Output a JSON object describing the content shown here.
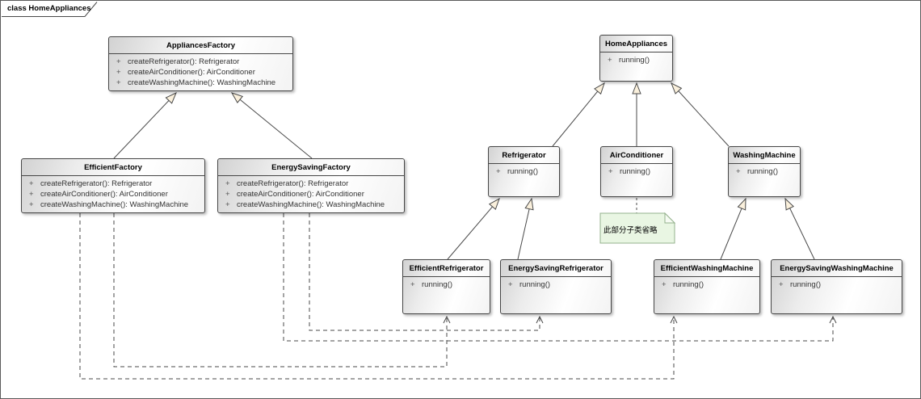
{
  "frame": {
    "tab_title": "class HomeAppliances"
  },
  "note": {
    "text": "此部分子类省略"
  },
  "colors": {
    "line": "#4a4a4a",
    "box_border": "#464646",
    "triangle_fill": "#faf0dc",
    "note_fill": "#e9f6e3",
    "note_border": "#94b18c"
  },
  "classes": {
    "appliancesFactory": {
      "name": "AppliancesFactory",
      "methods": [
        {
          "vis": "+",
          "sig": "createRefrigerator(): Refrigerator"
        },
        {
          "vis": "+",
          "sig": "createAirConditioner(): AirConditioner"
        },
        {
          "vis": "+",
          "sig": "createWashingMachine(): WashingMachine"
        }
      ]
    },
    "efficientFactory": {
      "name": "EfficientFactory",
      "methods": [
        {
          "vis": "+",
          "sig": "createRefrigerator(): Refrigerator"
        },
        {
          "vis": "+",
          "sig": "createAirConditioner(): AirConditioner"
        },
        {
          "vis": "+",
          "sig": "createWashingMachine(): WashingMachine"
        }
      ]
    },
    "energySavingFactory": {
      "name": "EnergySavingFactory",
      "methods": [
        {
          "vis": "+",
          "sig": "createRefrigerator(): Refrigerator"
        },
        {
          "vis": "+",
          "sig": "createAirConditioner(): AirConditioner"
        },
        {
          "vis": "+",
          "sig": "createWashingMachine(): WashingMachine"
        }
      ]
    },
    "homeAppliances": {
      "name": "HomeAppliances",
      "methods": [
        {
          "vis": "+",
          "sig": "running()"
        }
      ]
    },
    "refrigerator": {
      "name": "Refrigerator",
      "methods": [
        {
          "vis": "+",
          "sig": "running()"
        }
      ]
    },
    "airConditioner": {
      "name": "AirConditioner",
      "methods": [
        {
          "vis": "+",
          "sig": "running()"
        }
      ]
    },
    "washingMachine": {
      "name": "WashingMachine",
      "methods": [
        {
          "vis": "+",
          "sig": "running()"
        }
      ]
    },
    "efficientRefrigerator": {
      "name": "EfficientRefrigerator",
      "methods": [
        {
          "vis": "+",
          "sig": "running()"
        }
      ]
    },
    "energySavingRefrigerator": {
      "name": "EnergySavingRefrigerator",
      "methods": [
        {
          "vis": "+",
          "sig": "running()"
        }
      ]
    },
    "efficientWashingMachine": {
      "name": "EfficientWashingMachine",
      "methods": [
        {
          "vis": "+",
          "sig": "running()"
        }
      ]
    },
    "energySavingWashingMachine": {
      "name": "EnergySavingWashingMachine",
      "methods": [
        {
          "vis": "+",
          "sig": "running()"
        }
      ]
    }
  },
  "relations": {
    "inheritance": [
      {
        "from": "EfficientFactory",
        "to": "AppliancesFactory"
      },
      {
        "from": "EnergySavingFactory",
        "to": "AppliancesFactory"
      },
      {
        "from": "Refrigerator",
        "to": "HomeAppliances"
      },
      {
        "from": "AirConditioner",
        "to": "HomeAppliances"
      },
      {
        "from": "WashingMachine",
        "to": "HomeAppliances"
      },
      {
        "from": "EfficientRefrigerator",
        "to": "Refrigerator"
      },
      {
        "from": "EnergySavingRefrigerator",
        "to": "Refrigerator"
      },
      {
        "from": "EfficientWashingMachine",
        "to": "WashingMachine"
      },
      {
        "from": "EnergySavingWashingMachine",
        "to": "WashingMachine"
      }
    ],
    "dependency": [
      {
        "from": "EfficientFactory",
        "to": "EfficientRefrigerator"
      },
      {
        "from": "EfficientFactory",
        "to": "EfficientWashingMachine"
      },
      {
        "from": "EnergySavingFactory",
        "to": "EnergySavingRefrigerator"
      },
      {
        "from": "EnergySavingFactory",
        "to": "EnergySavingWashingMachine"
      }
    ],
    "note_attached_to": "AirConditioner"
  }
}
